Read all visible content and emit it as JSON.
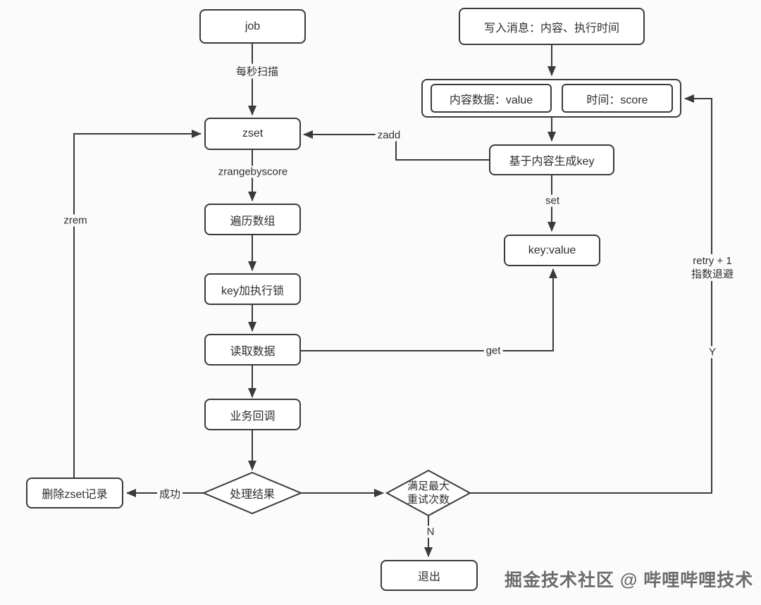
{
  "colors": {
    "background": "#fbfbfb",
    "node_fill": "#ffffff",
    "stroke": "#3a3a3a",
    "text": "#2f2f2f",
    "watermark": "#6b6b6b"
  },
  "flowchart": {
    "nodes": {
      "job": "job",
      "zset": "zset",
      "traverse_array": "遍历数组",
      "key_lock": "key加执行锁",
      "read_data": "读取数据",
      "business_callback": "业务回调",
      "delete_zset_record": "删除zset记录",
      "write_message": "写入消息：内容、执行时间",
      "content_value": "内容数据：value",
      "time_score": "时间：score",
      "generate_key": "基于内容生成key",
      "key_value": "key:value",
      "exit": "退出"
    },
    "decisions": {
      "process_result": "处理结果",
      "max_retry_line1": "满足最大",
      "max_retry_line2": "重试次数"
    },
    "edge_labels": {
      "scan_every_second": "每秒扫描",
      "zrangebyscore": "zrangebyscore",
      "zadd": "zadd",
      "zrem": "zrem",
      "set": "set",
      "get": "get",
      "success": "成功",
      "n": "N",
      "y": "Y",
      "retry_line1": "retry + 1",
      "retry_line2": "指数退避"
    }
  },
  "watermark": {
    "text": "掘金技术社区 @ 哔哩哔哩技术"
  }
}
